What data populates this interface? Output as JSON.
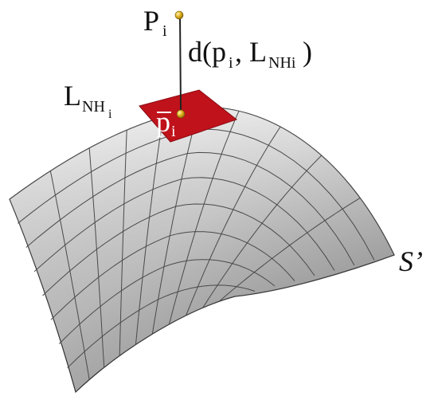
{
  "diagram": {
    "labels": {
      "point": {
        "main": "P",
        "sub": "i"
      },
      "distance": {
        "prefix": "d(p",
        "p_sub": "i",
        "sep": ", L",
        "l_sub": "NHi",
        "suffix": ")"
      },
      "plane": {
        "main": "L",
        "sub": "NH",
        "subsub": "i"
      },
      "projected_point": {
        "main": "p",
        "sub": "i"
      },
      "surface": {
        "main": "S’"
      }
    },
    "colors": {
      "surface_light": "#f0f0f0",
      "surface_dark": "#8c8c8c",
      "grid_line": "#4a4a4a",
      "plane": "#c0121b",
      "point": "#e0b020",
      "line": "#222222"
    }
  }
}
